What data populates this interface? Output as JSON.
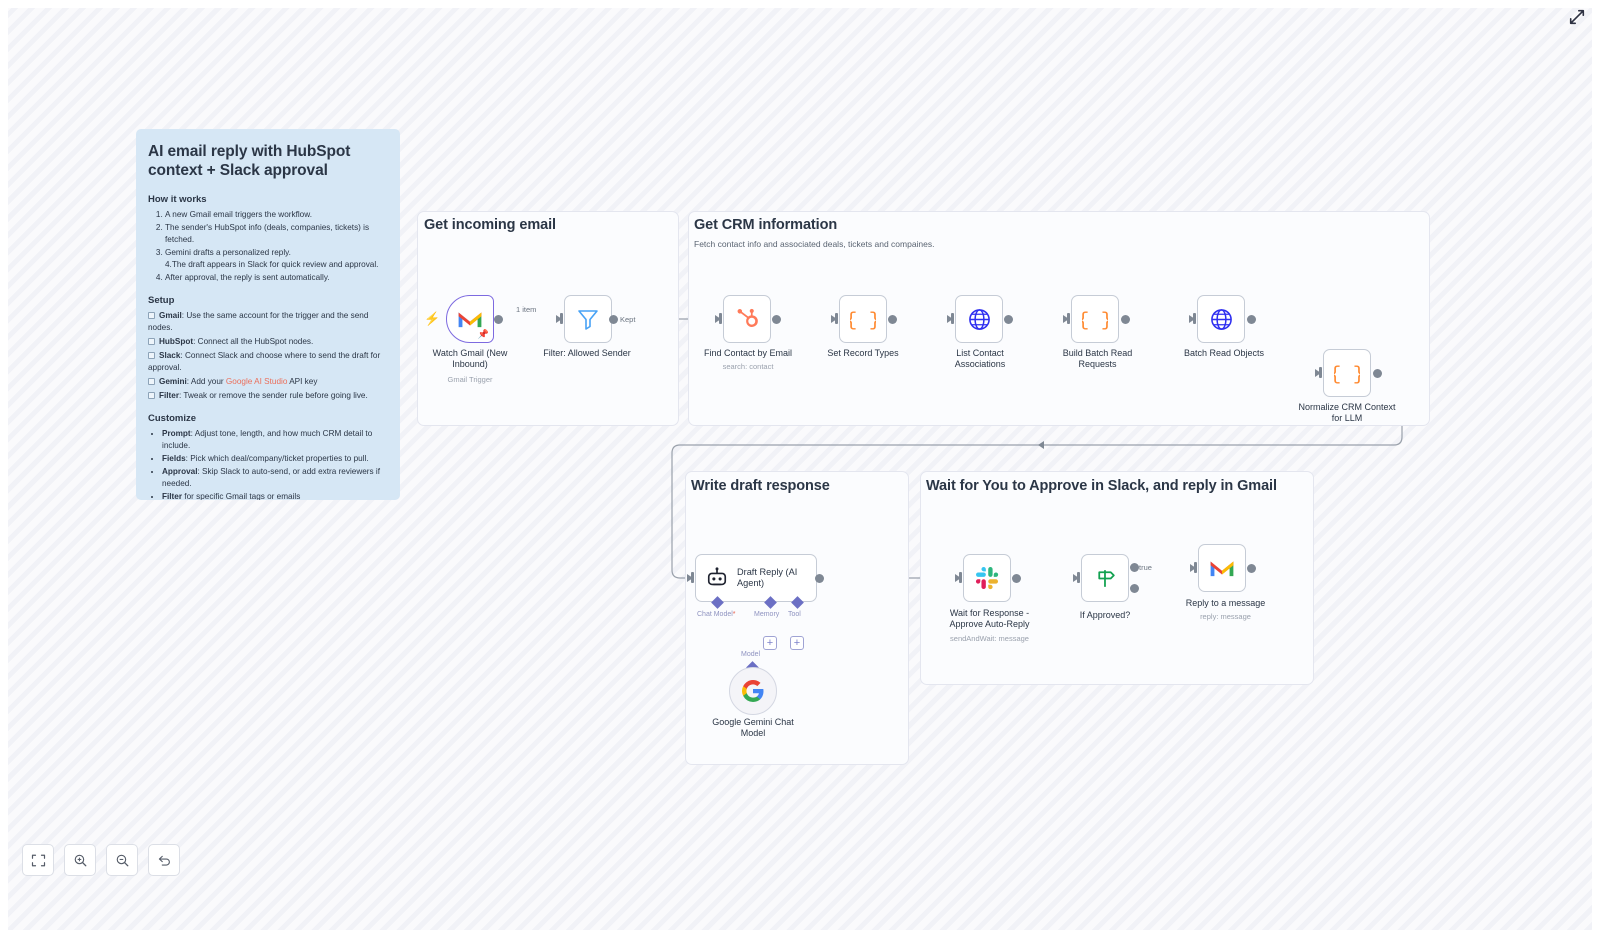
{
  "canvas": {
    "expand_icon": "expand-arrows-icon"
  },
  "sticky_note": {
    "title": "AI email reply with HubSpot context + Slack approval",
    "how_it_works_heading": "How it works",
    "how_it_works": [
      "A new Gmail email triggers the workflow.",
      "The sender's HubSpot info (deals, companies, tickets) is fetched.",
      "Gemini drafts a personalized reply.\n4.The draft appears in Slack for quick review and approval.",
      "After approval, the reply is sent automatically."
    ],
    "setup_heading": "Setup",
    "setup": [
      {
        "label": "Gmail",
        "text": ": Use the same account for the trigger and the send nodes."
      },
      {
        "label": "HubSpot",
        "text": ": Connect all the HubSpot nodes."
      },
      {
        "label": "Slack",
        "text": ": Connect Slack and choose where to send the draft for approval."
      },
      {
        "label": "Gemini",
        "text": ": Add your ",
        "link": "Google AI Studio",
        "text2": " API key"
      },
      {
        "label": "Filter",
        "text": ": Tweak or remove the sender rule before going live."
      }
    ],
    "customize_heading": "Customize",
    "customize": [
      {
        "label": "Prompt",
        "text": ": Adjust tone, length, and how much CRM detail to include."
      },
      {
        "label": "Fields",
        "text": ": Pick which deal/company/ticket properties to pull."
      },
      {
        "label": "Approval",
        "text": ": Skip Slack to auto-send, or add extra reviewers if needed."
      },
      {
        "label": "Filter",
        "text": " for specific Gmail tags or emails"
      }
    ],
    "colors": {
      "background": "#d6e7f5",
      "link": "#eb6f5b"
    }
  },
  "sections": [
    {
      "title": "Get incoming email",
      "subtitle": ""
    },
    {
      "title": "Get CRM information",
      "subtitle": "Fetch contact info and associated deals, tickets and compaines."
    },
    {
      "title": "Write draft response",
      "subtitle": ""
    },
    {
      "title": "Wait for You to Approve in Slack, and reply in Gmail",
      "subtitle": ""
    }
  ],
  "nodes": [
    {
      "id": "gmail-trigger",
      "label": "Watch Gmail (New\nInbound)",
      "sub": "Gmail Trigger",
      "icon": "gmail-icon"
    },
    {
      "id": "filter",
      "label": "Filter: Allowed Sender",
      "sub": "",
      "icon": "filter-funnel-icon"
    },
    {
      "id": "find-contact",
      "label": "Find Contact by Email",
      "sub": "search: contact",
      "icon": "hubspot-icon"
    },
    {
      "id": "set-record",
      "label": "Set Record Types",
      "sub": "",
      "icon": "code-braces-icon"
    },
    {
      "id": "list-assoc",
      "label": "List Contact\nAssociations",
      "sub": "",
      "icon": "globe-http-icon"
    },
    {
      "id": "build-batch",
      "label": "Build Batch Read\nRequests",
      "sub": "",
      "icon": "code-braces-icon"
    },
    {
      "id": "batch-read",
      "label": "Batch Read Objects",
      "sub": "",
      "icon": "globe-http-icon"
    },
    {
      "id": "normalize-crm",
      "label": "Normalize CRM Context\nfor LLM",
      "sub": "",
      "icon": "code-braces-icon"
    },
    {
      "id": "draft-reply",
      "label": "Draft Reply (AI\nAgent)",
      "sub": "",
      "icon": "ai-agent-robot-icon"
    },
    {
      "id": "gemini-model",
      "label": "Google Gemini Chat\nModel",
      "sub": "",
      "icon": "google-g-icon"
    },
    {
      "id": "wait-response",
      "label": "Wait for Response -\nApprove Auto-Reply",
      "sub": "sendAndWait: message",
      "icon": "slack-icon"
    },
    {
      "id": "if-approved",
      "label": "If Approved?",
      "sub": "",
      "icon": "if-signpost-icon"
    },
    {
      "id": "reply-message",
      "label": "Reply to a message",
      "sub": "reply: message",
      "icon": "gmail-icon"
    }
  ],
  "edge_labels": {
    "one_item": "1 item",
    "kept": "Kept",
    "true": "true"
  },
  "agent_ports": {
    "chat_model": "Chat Model",
    "chat_model_required": "*",
    "memory": "Memory",
    "tool": "Tool",
    "model": "Model",
    "add_symbol": "+"
  },
  "toolbar": [
    {
      "name": "fit-to-view-button",
      "icon": "fit-view-icon"
    },
    {
      "name": "zoom-in-button",
      "icon": "zoom-in-icon"
    },
    {
      "name": "zoom-out-button",
      "icon": "zoom-out-icon"
    },
    {
      "name": "reset-zoom-button",
      "icon": "undo-arrow-icon"
    }
  ]
}
